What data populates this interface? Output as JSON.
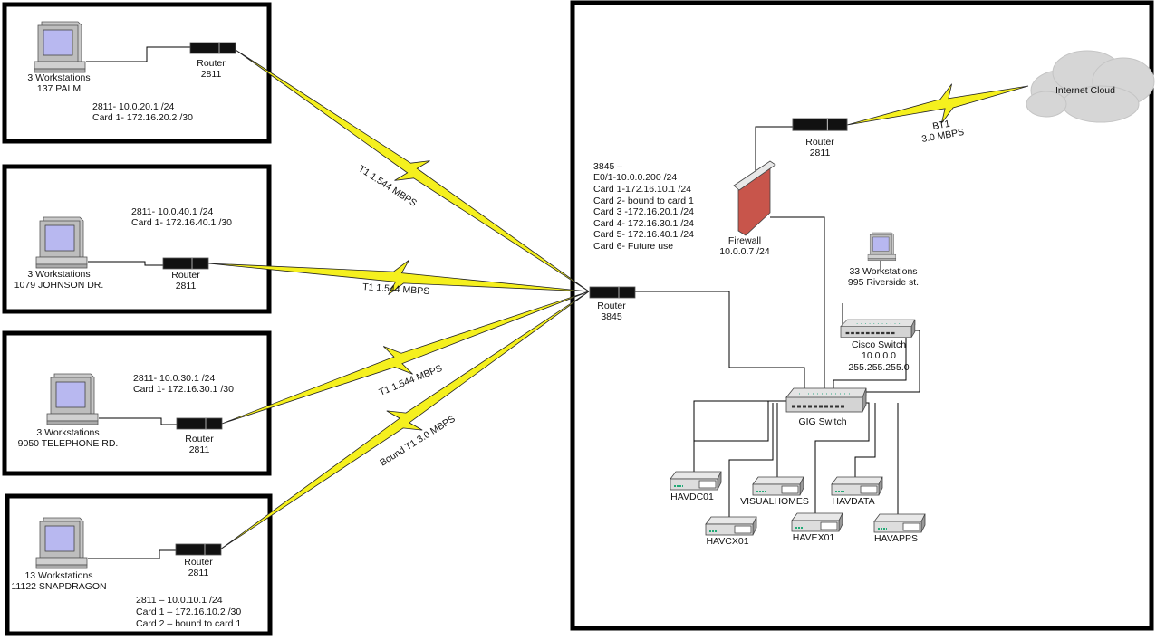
{
  "colors": {
    "bolt": "#f5f01e",
    "box_border": "#000000",
    "screen": "#b8b8f0",
    "brick": "#c8554b",
    "cloud": "#d6d6d6"
  },
  "sites": [
    {
      "workstations": "3 Workstations",
      "address": "137 PALM",
      "router_label": "Router",
      "router_model": "2811",
      "ip_lines": [
        "2811- 10.0.20.1 /24",
        "Card 1- 172.16.20.2 /30"
      ]
    },
    {
      "workstations": "3 Workstations",
      "address": "1079 JOHNSON DR.",
      "router_label": "Router",
      "router_model": "2811",
      "ip_lines": [
        "2811- 10.0.40.1 /24",
        "Card 1- 172.16.40.1 /30"
      ]
    },
    {
      "workstations": "3 Workstations",
      "address": "9050 TELEPHONE RD.",
      "router_label": "Router",
      "router_model": "2811",
      "ip_lines": [
        "2811- 10.0.30.1 /24",
        "Card 1- 172.16.30.1 /30"
      ]
    },
    {
      "workstations": "13 Workstations",
      "address": "11122 SNAPDRAGON",
      "router_label": "Router",
      "router_model": "2811",
      "ip_lines": [
        "2811 – 10.0.10.1 /24",
        "Card 1 – 172.16.10.2 /30",
        "Card 2 – bound to card 1"
      ]
    }
  ],
  "links": [
    "T1 1.544 MBPS",
    "T1 1.544 MBPS",
    "T1 1.544 MBPS",
    "Bound T1 3.0 MBPS"
  ],
  "hq": {
    "config_lines": [
      "3845 –",
      "E0/1-10.0.0.200 /24",
      "Card 1-172.16.10.1 /24",
      "Card 2- bound to card 1",
      "Card 3 -172.16.20.1 /24",
      "Card 4- 172.16.30.1 /24",
      "Card 5- 172.16.40.1 /24",
      "Card 6- Future use"
    ],
    "core_router": {
      "label": "Router",
      "model": "3845"
    },
    "firewall": {
      "label": "Firewall",
      "ip": "10.0.0.7 /24"
    },
    "edge_router": {
      "label": "Router",
      "model": "2811"
    },
    "internet_link": {
      "name": "BT1",
      "speed": "3.0 MBPS"
    },
    "cloud": "Internet Cloud",
    "workstations": {
      "count": "33 Workstations",
      "address": "995 Riverside st."
    },
    "cisco_switch": {
      "label": "Cisco Switch",
      "ip": "10.0.0.0",
      "mask": "255.255.255.0"
    },
    "gig_switch": "GIG Switch",
    "servers": [
      "HAVDC01",
      "HAVCX01",
      "VISUALHOMES",
      "HAVEX01",
      "HAVDATA",
      "HAVAPPS"
    ]
  }
}
